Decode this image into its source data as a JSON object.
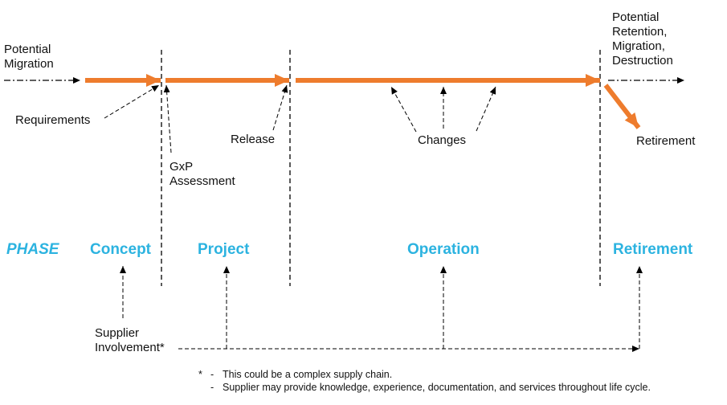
{
  "colors": {
    "flow_arrow": "#ee7c2d",
    "phase_text": "#2cb3e0",
    "dashed_line": "#000000",
    "text": "#111111"
  },
  "labels": {
    "potential_migration": "Potential\nMigration",
    "potential_retention": "Potential\nRetention,\nMigration,\nDestruction",
    "requirements": "Requirements",
    "gxp_assessment": "GxP\nAssessment",
    "release": "Release",
    "changes": "Changes",
    "retirement_event": "Retirement",
    "supplier_involvement": "Supplier\nInvolvement*"
  },
  "phases": {
    "heading": "PHASE",
    "concept": "Concept",
    "project": "Project",
    "operation": "Operation",
    "retirement": "Retirement"
  },
  "notes": {
    "asterisk": "*",
    "dash": "-",
    "line1": "This could be a complex supply chain.",
    "line2": "Supplier may provide knowledge, experience, documentation, and services throughout life cycle."
  }
}
